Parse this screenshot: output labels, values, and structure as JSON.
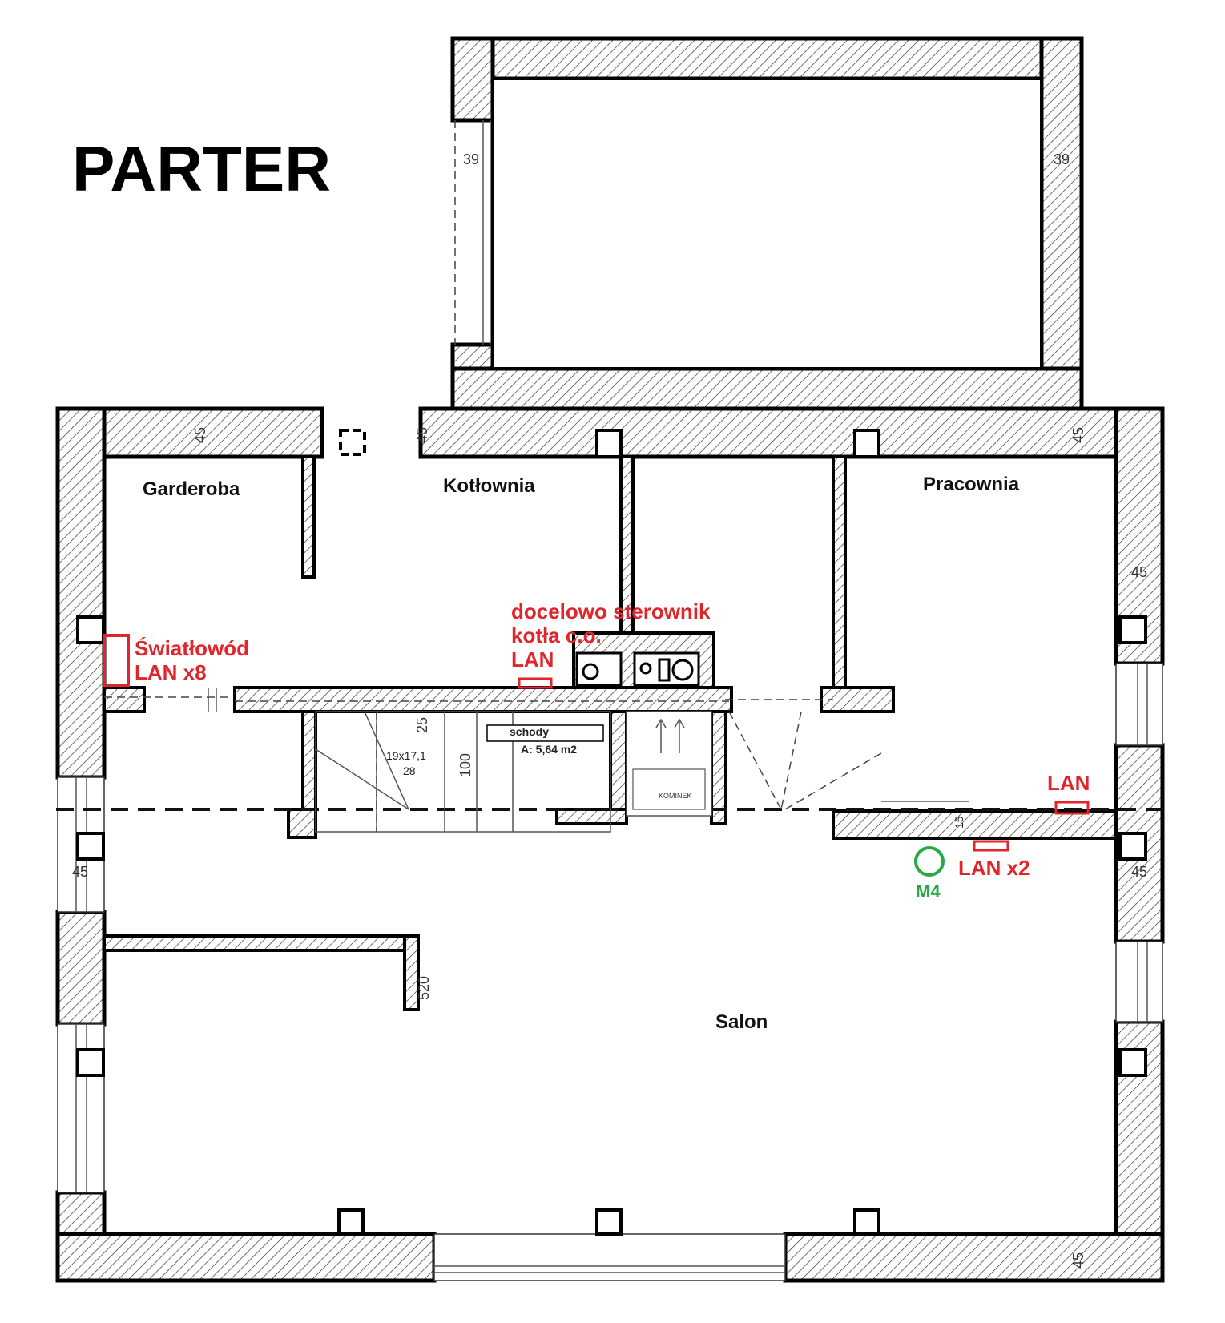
{
  "title": "PARTER",
  "rooms": {
    "garderoba": "Garderoba",
    "kotlownia": "Kotłownia",
    "pracownia": "Pracownia",
    "salon": "Salon",
    "schody": "schody",
    "schody_area": "A: 5,64 m2",
    "kominek": "KOMINEK"
  },
  "annotations": {
    "swiatlowod_line1": "Światłowód",
    "swiatlowod_line2": "LAN x8",
    "docelowo_line1": "docelowo sterownik",
    "docelowo_line2": "kotła c.o.",
    "docelowo_line3": "LAN",
    "lan_pracownia": "LAN",
    "lan_x2": "LAN x2",
    "m4": "M4"
  },
  "dimensions": {
    "d39_left": "39",
    "d39_right": "39",
    "d45_top_left": "45",
    "d45_top_mid": "45",
    "d45_top_right": "45",
    "d45_right_upper": "45",
    "d45_right_lower": "45",
    "d45_left": "45",
    "d45_bottom_right": "45",
    "d25": "25",
    "d100": "100",
    "d19": "19x17,1",
    "d28": "28",
    "d520": "520",
    "d15": "15"
  },
  "colors": {
    "annotation_red": "#e0262b",
    "annotation_green": "#28a745",
    "wall_stroke": "#000000"
  }
}
